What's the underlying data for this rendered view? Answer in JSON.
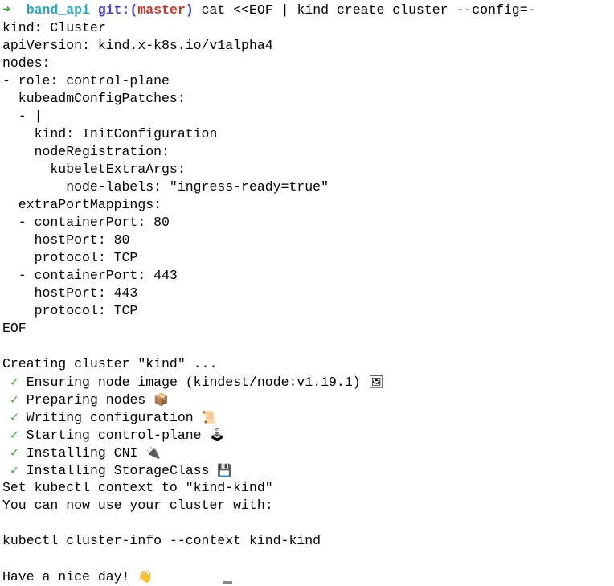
{
  "prompt": {
    "arrow": "➜",
    "directory": "band_api",
    "git_prefix": "git:(",
    "branch": "master",
    "git_suffix": ")",
    "command": "cat <<EOF | kind create cluster --config=-"
  },
  "heredoc_lines": [
    "kind: Cluster",
    "apiVersion: kind.x-k8s.io/v1alpha4",
    "nodes:",
    "- role: control-plane",
    "  kubeadmConfigPatches:",
    "  - |",
    "    kind: InitConfiguration",
    "    nodeRegistration:",
    "      kubeletExtraArgs:",
    "        node-labels: \"ingress-ready=true\"",
    "  extraPortMappings:",
    "  - containerPort: 80",
    "    hostPort: 80",
    "    protocol: TCP",
    "  - containerPort: 443",
    "    hostPort: 443",
    "    protocol: TCP",
    "EOF"
  ],
  "output": {
    "creating": "Creating cluster \"kind\" ...",
    "check_glyph": "✓",
    "steps": [
      {
        "label": "Ensuring node image (kindest/node:v1.19.1)",
        "emoji": "🖼",
        "icon": "framed-picture-icon"
      },
      {
        "label": "Preparing nodes",
        "emoji": "📦",
        "icon": "package-icon"
      },
      {
        "label": "Writing configuration",
        "emoji": "📜",
        "icon": "scroll-icon"
      },
      {
        "label": "Starting control-plane",
        "emoji": "🕹",
        "icon": "joystick-icon"
      },
      {
        "label": "Installing CNI",
        "emoji": "🔌",
        "icon": "plug-icon"
      },
      {
        "label": "Installing StorageClass",
        "emoji": "💾",
        "icon": "floppy-disk-icon"
      }
    ],
    "context_set": "Set kubectl context to \"kind-kind\"",
    "usage_hint": "You can now use your cluster with:",
    "usage_command": "kubectl cluster-info --context kind-kind",
    "farewell": "Have a nice day!",
    "farewell_emoji": "👋"
  },
  "colors": {
    "arrow": "#2fb12f",
    "directory": "#2aa6c2",
    "git": "#4a3fd6",
    "branch": "#c0392b",
    "check": "#2fb12f"
  }
}
